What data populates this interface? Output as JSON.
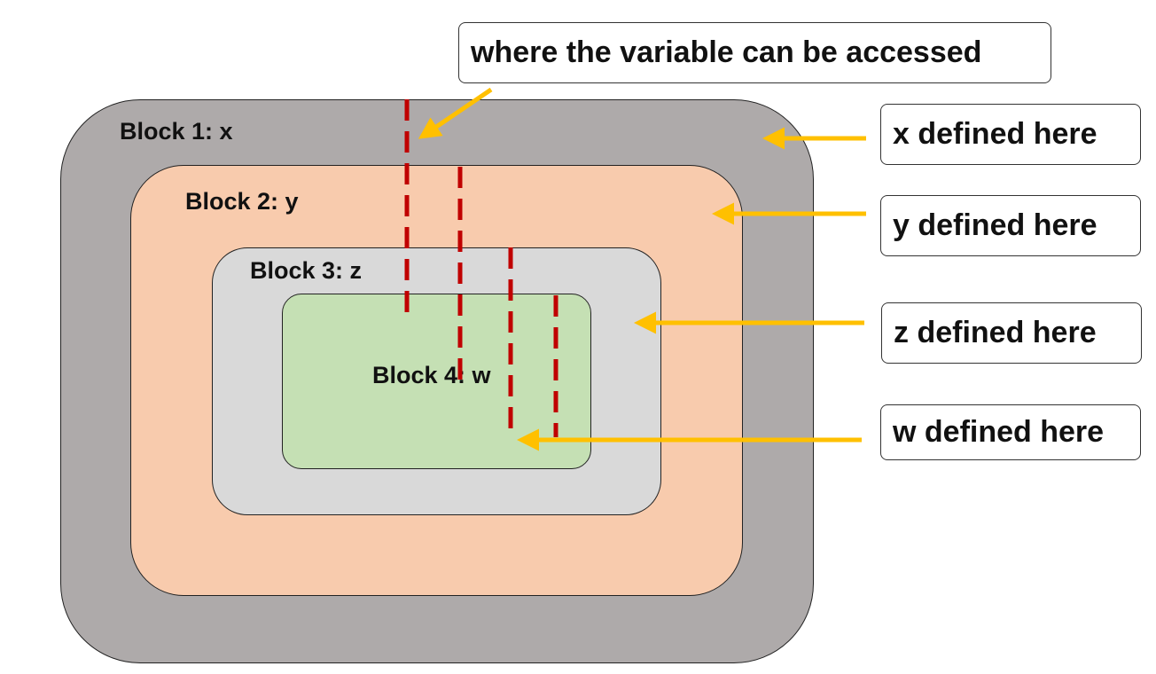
{
  "blocks": [
    {
      "label": "Block 1: x",
      "color": "#aeaaaa"
    },
    {
      "label": "Block 2: y",
      "color": "#f8cbad"
    },
    {
      "label": "Block 3: z",
      "color": "#d9d9d9"
    },
    {
      "label": "Block 4: w",
      "color": "#c5e0b4"
    }
  ],
  "callouts": {
    "access": "where the variable can be accessed",
    "x": "x defined here",
    "y": "y defined here",
    "z": "z defined here",
    "w": "w defined here"
  },
  "colors": {
    "arrow": "#ffc000",
    "scope_line": "#c00000"
  }
}
